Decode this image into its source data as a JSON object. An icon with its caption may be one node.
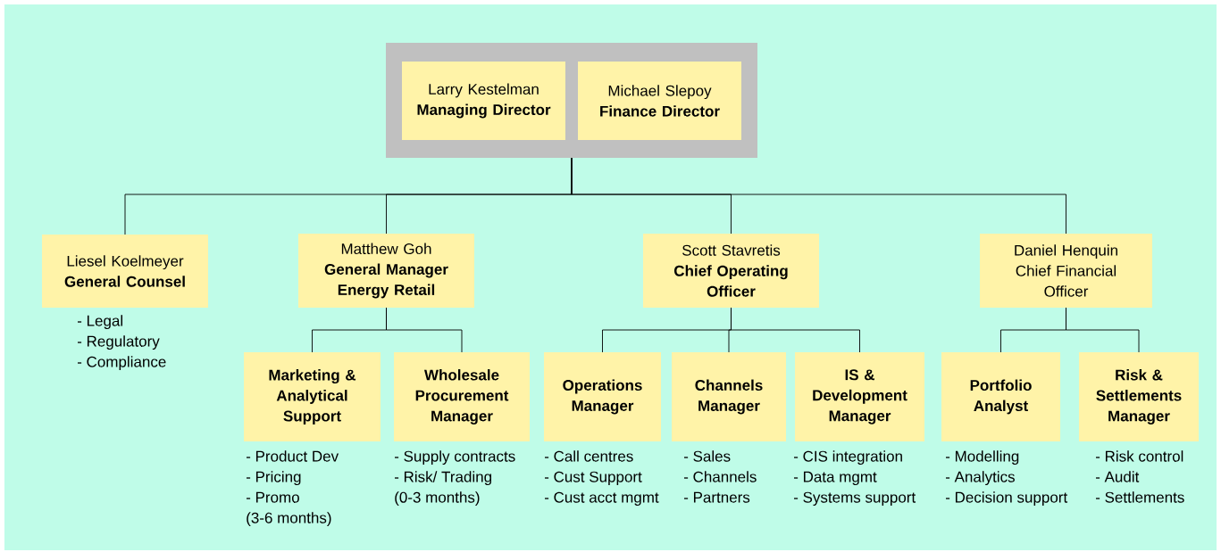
{
  "diagram": {
    "nodes": [
      {
        "text": [],
        "shape": "box"
      },
      {
        "text": [
          "Larry Kestelman",
          "Managing Director"
        ],
        "in": 0
      },
      {
        "text": [
          "Michael Slepoy",
          "Finance Director"
        ],
        "in": 0
      },
      {
        "text": [
          "Liesel Koelmeyer",
          "General Counsel"
        ],
        "beside": [
          "- Legal",
          "- Regulatory",
          "- Compliance"
        ]
      },
      {
        "text": [
          "Matthew Goh",
          "General Manager Energy Retail"
        ]
      },
      {
        "text": [
          "Scott Stavretis",
          "Chief Operating Officer"
        ]
      },
      {
        "text": [
          "Daniel Henquin",
          "Chief Financial Officer"
        ]
      },
      {
        "text": [
          "Marketing & Analytical Support"
        ],
        "beside": [
          "- Product Dev",
          "- Pricing",
          "- Promo",
          "(3-6 months)"
        ]
      },
      {
        "text": [
          "Wholesale Procurement Manager"
        ],
        "beside": [
          "- Supply contracts",
          "- Risk/ Trading",
          "(0-3 months)"
        ]
      },
      {
        "text": [
          "Operations Manager"
        ],
        "beside": [
          "- Call centres",
          "- Cust Support",
          "- Cust acct mgmt"
        ]
      },
      {
        "text": [
          "Channels Manager"
        ],
        "beside": [
          "- Sales",
          "- Channels",
          "- Partners"
        ]
      },
      {
        "text": [
          "IS & Development Manager"
        ],
        "beside": [
          "- CIS integration",
          "- Data mgmt",
          "- Systems support"
        ]
      },
      {
        "text": [
          "Portfolio Analyst"
        ],
        "beside": [
          "- Modelling",
          "- Analytics",
          "- Decision support"
        ]
      },
      {
        "text": [
          "Risk & Settlements Manager"
        ],
        "beside": [
          "- Risk control",
          "- Audit",
          "- Settlements"
        ]
      }
    ],
    "edges": [
      {
        "from": 0,
        "to": 3,
        "arrow": "none"
      },
      {
        "from": 0,
        "to": 4,
        "arrow": "none"
      },
      {
        "from": 0,
        "to": 5,
        "arrow": "none"
      },
      {
        "from": 0,
        "to": 6,
        "arrow": "none"
      },
      {
        "from": 4,
        "to": 7,
        "arrow": "none"
      },
      {
        "from": 4,
        "to": 8,
        "arrow": "none"
      },
      {
        "from": 5,
        "to": 9,
        "arrow": "none"
      },
      {
        "from": 5,
        "to": 10,
        "arrow": "none"
      },
      {
        "from": 5,
        "to": 11,
        "arrow": "none"
      },
      {
        "from": 6,
        "to": 12,
        "arrow": "none"
      },
      {
        "from": 6,
        "to": 13,
        "arrow": "none"
      }
    ]
  }
}
